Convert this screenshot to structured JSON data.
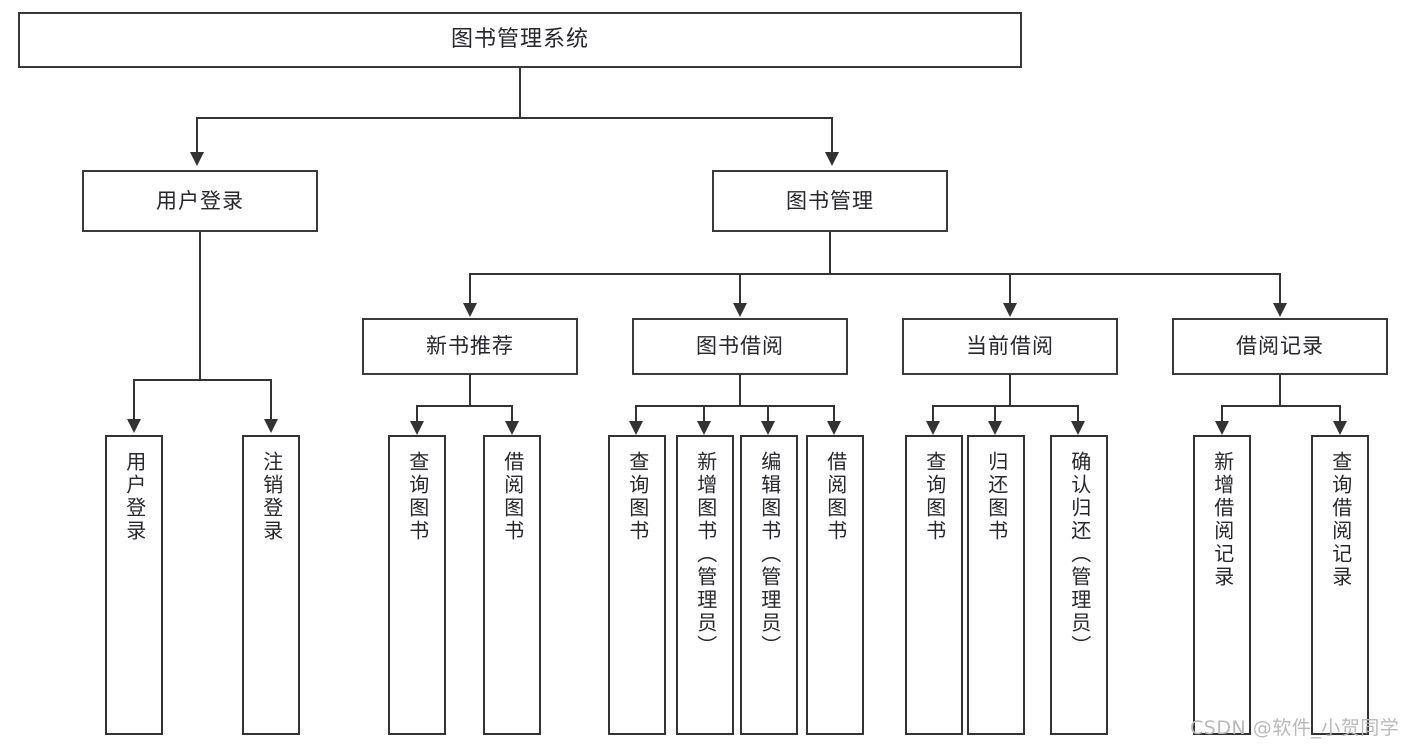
{
  "diagram": {
    "type": "tree",
    "title": "图书管理系统",
    "root": {
      "label": "图书管理系统"
    },
    "level2": [
      {
        "label": "用户登录"
      },
      {
        "label": "图书管理"
      }
    ],
    "level3": [
      {
        "label": "新书推荐"
      },
      {
        "label": "图书借阅"
      },
      {
        "label": "当前借阅"
      },
      {
        "label": "借阅记录"
      }
    ],
    "leaves": {
      "user_login": [
        {
          "label": "用户登录"
        },
        {
          "label": "注销登录"
        }
      ],
      "new_book_recommend": [
        {
          "label": "查询图书"
        },
        {
          "label": "借阅图书"
        }
      ],
      "book_borrow": [
        {
          "label": "查询图书"
        },
        {
          "label": "新增图书（管理员）"
        },
        {
          "label": "编辑图书（管理员）"
        },
        {
          "label": "借阅图书"
        }
      ],
      "current_borrow": [
        {
          "label": "查询图书"
        },
        {
          "label": "归还图书"
        },
        {
          "label": "确认归还（管理员）"
        }
      ],
      "borrow_record": [
        {
          "label": "新增借阅记录"
        },
        {
          "label": "查询借阅记录"
        }
      ]
    }
  },
  "watermark": {
    "text": "CSDN @软件_小贺同学"
  },
  "colors": {
    "border": "#333333",
    "text": "#26262b",
    "background": "#ffffff",
    "watermark": "#b9b9b9"
  }
}
